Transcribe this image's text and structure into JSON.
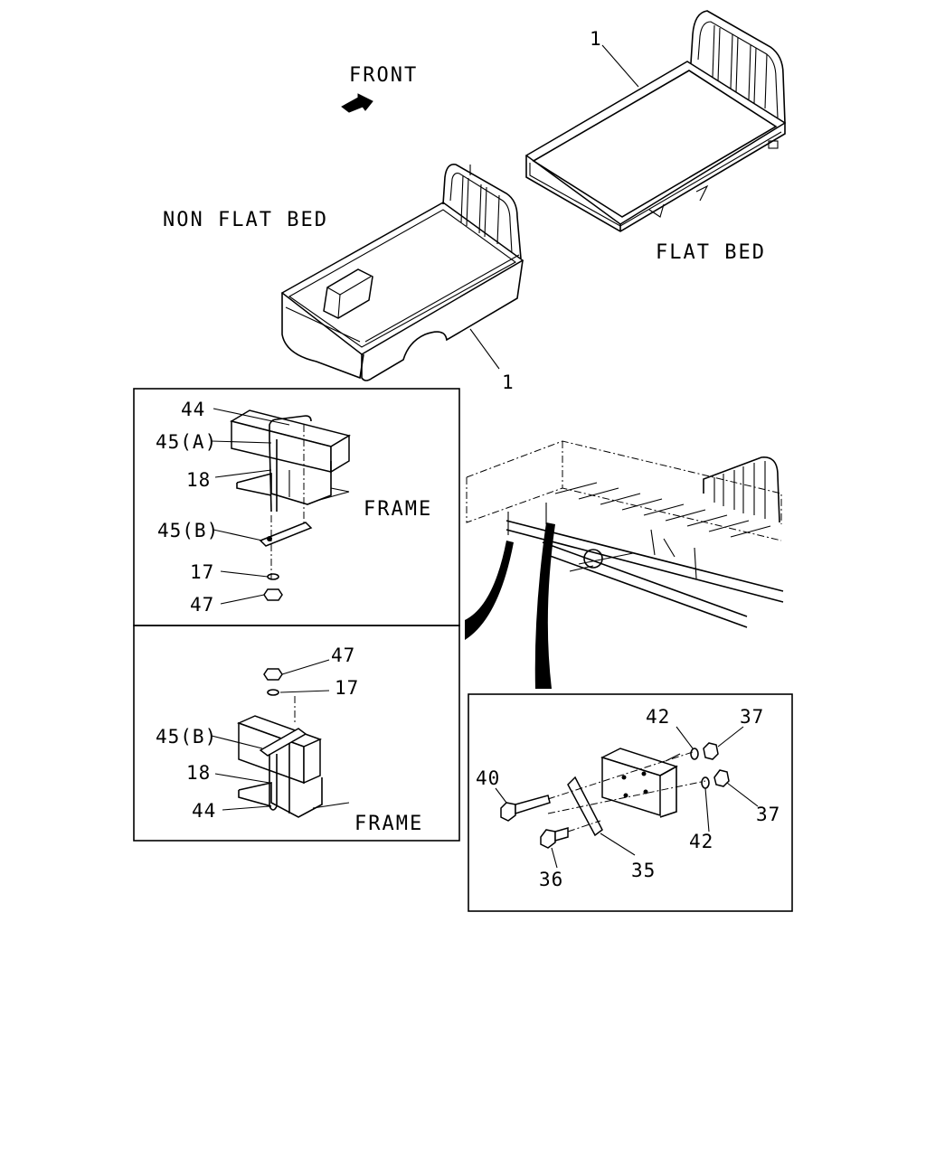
{
  "labels": {
    "front": "FRONT",
    "non_flat_bed": "NON FLAT BED",
    "flat_bed": "FLAT BED",
    "frame": "FRAME"
  },
  "callouts": {
    "bed_flat": "1",
    "bed_non_flat": "1",
    "p44": "44",
    "p45a": "45(A)",
    "p18": "18",
    "p45b": "45(B)",
    "p17": "17",
    "p47": "47",
    "p35": "35",
    "p36": "36",
    "p37": "37",
    "p40": "40",
    "p42": "42"
  },
  "icons": [
    "front-arrow-icon"
  ]
}
